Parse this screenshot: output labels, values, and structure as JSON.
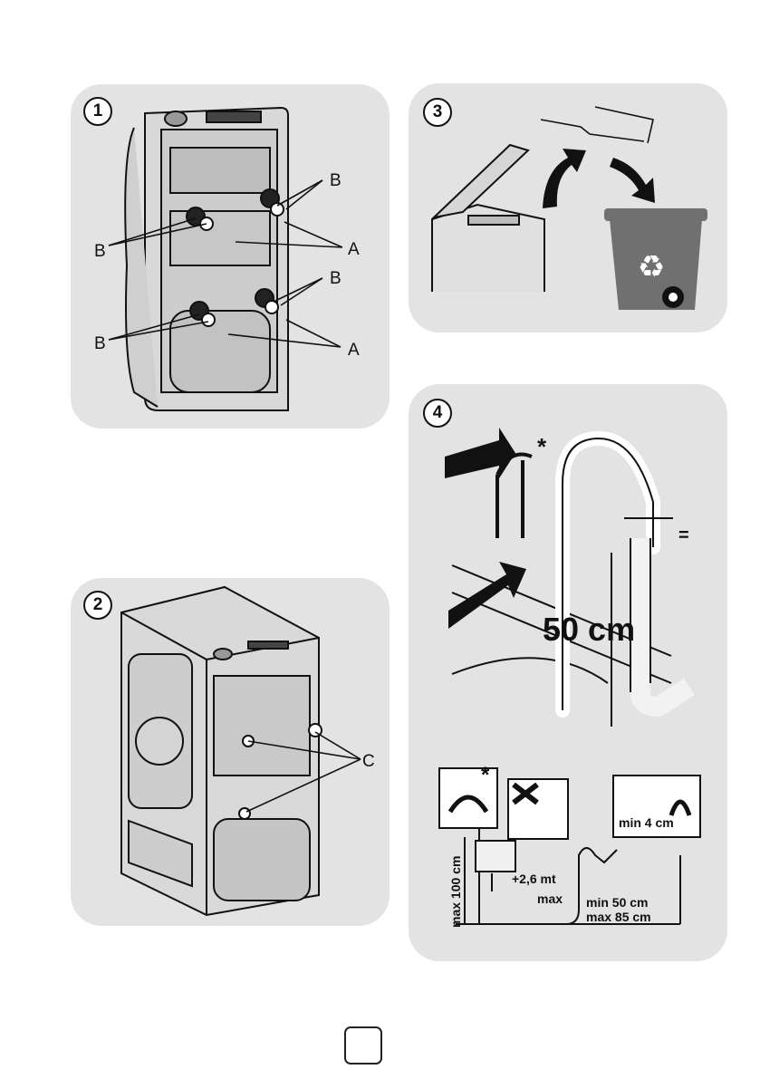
{
  "figures": [
    {
      "step": "1",
      "labels": {
        "a": "A",
        "b": "B"
      }
    },
    {
      "step": "2",
      "labels": {
        "c": "C"
      }
    },
    {
      "step": "3"
    },
    {
      "step": "4",
      "asterisk": "*",
      "equals": "=",
      "height_label": "50 cm",
      "install": {
        "max_height": "max 100 cm",
        "extension": "+2,6 mt",
        "extension_max": "max",
        "min_height": "min 50 cm",
        "max_height_2": "max 85 cm",
        "min_gap": "min 4 cm"
      }
    }
  ],
  "colors": {
    "panel": "#e3e3e3",
    "bin": "#707070",
    "ink": "#111111"
  },
  "icons": [
    "recycle-bin-icon",
    "arrow-icon",
    "hose-clip-icon"
  ]
}
